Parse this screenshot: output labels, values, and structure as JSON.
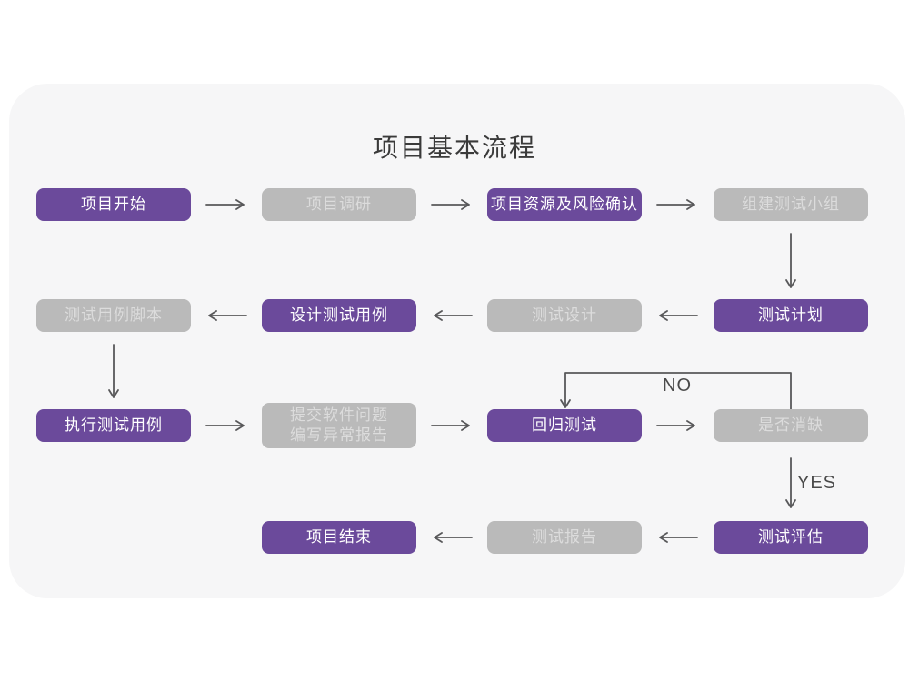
{
  "title": "项目基本流程",
  "colors": {
    "node_purple": "#6b4a9b",
    "node_gray": "#bababa",
    "card_background": "#f6f6f7",
    "arrow": "#58585a",
    "text_on_purple": "#ffffff",
    "text_on_gray": "#dcdcdc",
    "title_text": "#3a3a3a"
  },
  "nodes": [
    {
      "id": "project-start",
      "label": "项目开始",
      "variant": "purple"
    },
    {
      "id": "project-research",
      "label": "项目调研",
      "variant": "gray"
    },
    {
      "id": "resource-risk-confirm",
      "label": "项目资源及风险确认",
      "variant": "purple"
    },
    {
      "id": "build-test-team",
      "label": "组建测试小组",
      "variant": "gray"
    },
    {
      "id": "test-plan",
      "label": "测试计划",
      "variant": "purple"
    },
    {
      "id": "test-design",
      "label": "测试设计",
      "variant": "gray"
    },
    {
      "id": "design-test-cases",
      "label": "设计测试用例",
      "variant": "purple"
    },
    {
      "id": "test-case-scripts",
      "label": "测试用例脚本",
      "variant": "gray"
    },
    {
      "id": "execute-test-cases",
      "label": "执行测试用例",
      "variant": "purple"
    },
    {
      "id": "submit-issues-report",
      "label": "提交软件问题\n编写异常报告",
      "variant": "gray"
    },
    {
      "id": "regression-test",
      "label": "回归测试",
      "variant": "purple"
    },
    {
      "id": "defect-cleared",
      "label": "是否消缺",
      "variant": "gray"
    },
    {
      "id": "test-evaluation",
      "label": "测试评估",
      "variant": "purple"
    },
    {
      "id": "test-report",
      "label": "测试报告",
      "variant": "gray"
    },
    {
      "id": "project-end",
      "label": "项目结束",
      "variant": "purple"
    }
  ],
  "edge_labels": {
    "no": "NO",
    "yes": "YES"
  }
}
